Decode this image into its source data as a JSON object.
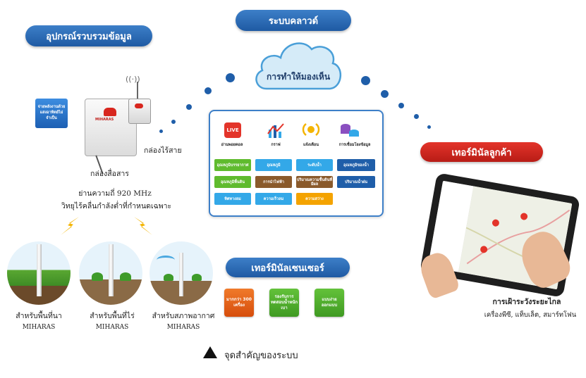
{
  "sections": {
    "devices_title": "อุปกรณ์รวบรวมข้อมูล",
    "cloud_title": "ระบบคลาวด์",
    "customer_title": "เทอร์มินัลลูกค้า",
    "sensor_title": "เทอร์มินัลเซนเซอร์"
  },
  "devices": {
    "solar_text": "จ่ายพลังงานด้วยแสงอาทิตย์ไม่จำเป็น",
    "brand": "MIHARAS",
    "wireless_box": "กล่องไร้สาย",
    "comm_box": "กล่องสื่อสาร",
    "band_line1": "ย่านความถี่ 920 MHz",
    "band_line2": "วิทยุไร้คลื่นกำลังต่ำที่กำหนดเฉพาะ",
    "wifi_symbol": "((·))"
  },
  "field_types": [
    {
      "label": "สำหรับพื้นที่นา",
      "brand": "MIHARAS"
    },
    {
      "label": "สำหรับพื้นที่ไร่",
      "brand": "MIHARAS"
    },
    {
      "label": "สำหรับสภาพอากาศ",
      "brand": "MIHARAS"
    }
  ],
  "cloud": {
    "visualize": "การทำให้มองเห็น",
    "features": [
      {
        "label": "อ่านพอยคอล",
        "icon": "live-icon",
        "icon_text": "LIVE"
      },
      {
        "label": "กราฟ",
        "icon": "graph-icon"
      },
      {
        "label": "แจ้งเตือน",
        "icon": "alert-icon"
      },
      {
        "label": "การเชื่อมโยงข้อมูล",
        "icon": "data-link-icon"
      }
    ],
    "metrics": [
      {
        "label": "อุณหภูมิบรรยากาศ",
        "color": "#5fbb2e"
      },
      {
        "label": "อุณหภูมิ",
        "color": "#33a8e8"
      },
      {
        "label": "ระดับน้ำ",
        "color": "#33a8e8"
      },
      {
        "label": "อุณหภูมิของน้ำ",
        "color": "#1f5ea9"
      },
      {
        "label": "อุณหภูมิพื้นดิน",
        "color": "#5fbb2e"
      },
      {
        "label": "การนำไฟฟ้า",
        "color": "#8a5a2b"
      },
      {
        "label": "ปริมาณความชื้นดินที่มีผล",
        "color": "#8a5a2b"
      },
      {
        "label": "ปริมาณน้ำฝน",
        "color": "#1f5ea9"
      },
      {
        "label": "ทิศทางลม",
        "color": "#33a8e8"
      },
      {
        "label": "ความเร็วลม",
        "color": "#33a8e8"
      },
      {
        "label": "ความสว่าง",
        "color": "#f4a300"
      }
    ]
  },
  "sensors": [
    {
      "label": "มากกว่า 300 เครื่อง",
      "color": "#e85a10"
    },
    {
      "label": "รองรับการทดสอบน้ำหนักเบา",
      "color": "#4fae2c"
    },
    {
      "label": "แบบง่าย ออกแบบ",
      "color": "#4fae2c"
    }
  ],
  "customer": {
    "remote": "การเฝ้าระวังระยะไกล",
    "devices": "เครื่องพีซี, แท็บเล็ต, สมาร์ทโฟน"
  },
  "legend": {
    "text": "จุดสำคัญของระบบ"
  }
}
